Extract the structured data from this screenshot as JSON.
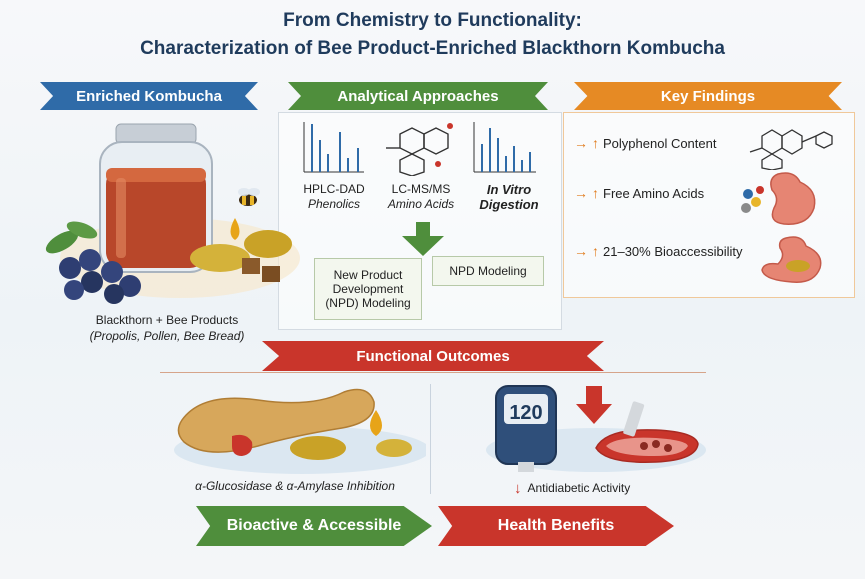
{
  "title": {
    "line1": "From Chemistry to Functionality:",
    "line2": "Characterization of Bee Product-Enriched Blackthorn Kombucha"
  },
  "sections": {
    "enriched": "Enriched Kombucha",
    "analytical": "Analytical Approaches",
    "findings": "Key Findings",
    "functional": "Functional Outcomes"
  },
  "methods": [
    {
      "name": "HPLC-DAD",
      "sub": "Phenolics"
    },
    {
      "name": "LC-MS/MS",
      "sub": "Amino Acids"
    },
    {
      "name": "In Vitro",
      "sub": "Digestion"
    }
  ],
  "modeling": {
    "box1": "New Product Development (NPD) Modeling",
    "box2": "NPD Modeling"
  },
  "ingredients": {
    "line1": "Blackthorn + Bee Products",
    "line2": "(Propolis, Pollen, Bee Bread)"
  },
  "findings": [
    {
      "arrow": "→",
      "symbol": "↑",
      "text": "Polyphenol Content"
    },
    {
      "arrow": "→",
      "symbol": "↑",
      "text": "Free Amino Acids"
    },
    {
      "arrow": "→",
      "symbol": "↑",
      "text": "21–30% Bioaccessibility"
    }
  ],
  "outcomes": {
    "enzyme": "α-Glucosidase & α-Amylase Inhibition",
    "meter": "120",
    "antidiabetic_symbol": "↓",
    "antidiabetic": "Antidiabetic Activity"
  },
  "bottom": {
    "left": "Bioactive & Accessible",
    "right": "Health Benefits"
  },
  "colors": {
    "blue": "#2f6ba8",
    "green": "#4f8e3c",
    "orange": "#e68a24",
    "red": "#c9352b"
  }
}
